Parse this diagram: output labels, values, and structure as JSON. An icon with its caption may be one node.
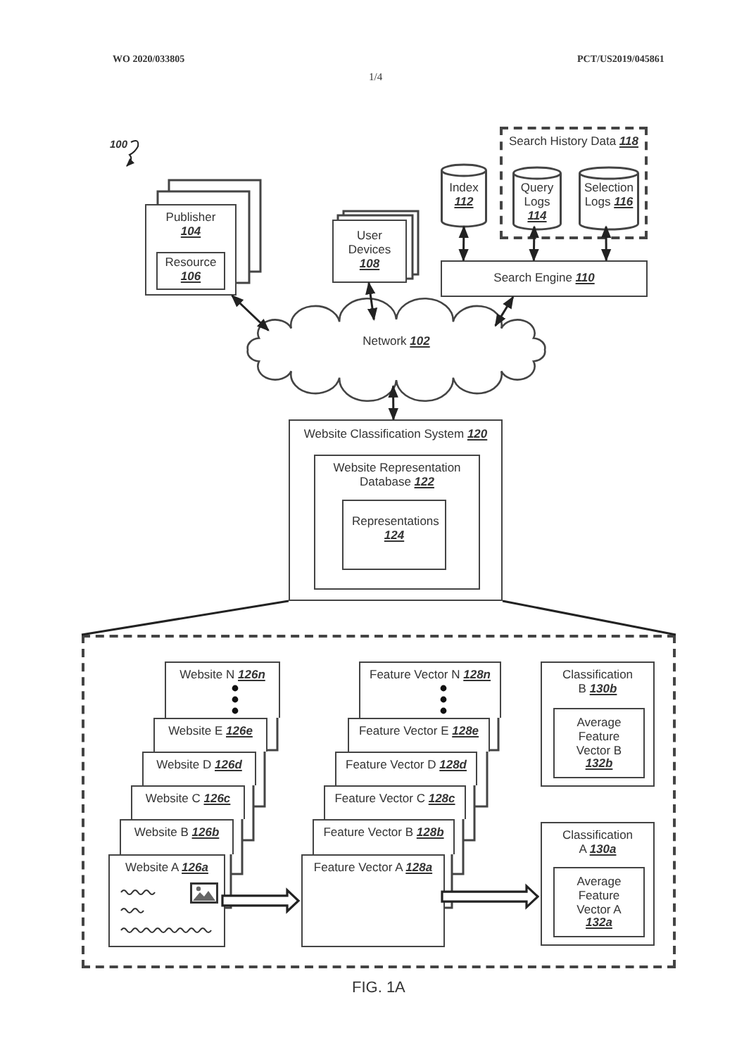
{
  "diagram": {
    "caption": "FIG. 1A",
    "nodes": [
      {
        "text": [
          "Publisher **104**"
        ]
      },
      {
        "text": [
          "Resource **106**"
        ],
        "in": 0
      },
      {
        "text": [
          "User Devices **108**"
        ]
      },
      {
        "text": [
          "Search History Data **118**"
        ]
      },
      {
        "text": [
          "Index **112**"
        ]
      },
      {
        "text": [
          "Query Logs **114**"
        ],
        "in": 3
      },
      {
        "text": [
          "Selection Logs **116**"
        ],
        "in": 3
      },
      {
        "text": [
          "Search Engine **110**"
        ]
      },
      {
        "text": [
          "Network **102**"
        ]
      },
      {
        "text": [
          "Website Classification System **120**"
        ]
      },
      {
        "text": [
          "Website Representation Database **122**"
        ],
        "in": 9
      },
      {
        "text": [
          "Representations **124**"
        ],
        "in": 10
      },
      {
        "text": [],
        "shape": "box"
      },
      {
        "text": [
          "Website N **126n**"
        ],
        "in": 12
      },
      {
        "text": [
          "Website E **126e**"
        ],
        "in": 12
      },
      {
        "text": [
          "Website D **126d**"
        ],
        "in": 12
      },
      {
        "text": [
          "Website C **126c**"
        ],
        "in": 12
      },
      {
        "text": [
          "Website B **126b**"
        ],
        "in": 12
      },
      {
        "text": [
          "Website A **126a**"
        ],
        "in": 12
      },
      {
        "text": [
          "Feature Vector N **128n**"
        ],
        "in": 12
      },
      {
        "text": [
          "Feature Vector E **128e**"
        ],
        "in": 12
      },
      {
        "text": [
          "Feature Vector D **128d**"
        ],
        "in": 12
      },
      {
        "text": [
          "Feature Vector C **128c**"
        ],
        "in": 12
      },
      {
        "text": [
          "Feature Vector B **128b**"
        ],
        "in": 12
      },
      {
        "text": [
          "Feature Vector A **128a**"
        ],
        "in": 12
      },
      {
        "text": [
          "Classification B **130b**"
        ],
        "in": 12
      },
      {
        "text": [
          "Average Feature Vector B **132b**"
        ],
        "in": 25
      },
      {
        "text": [
          "Classification A **130a**"
        ],
        "in": 12
      },
      {
        "text": [
          "Average Feature Vector A **132a**"
        ],
        "in": 27
      }
    ],
    "edges": [
      {
        "from": 0,
        "to": 8,
        "arrow": "both"
      },
      {
        "from": 2,
        "to": 8,
        "arrow": "both"
      },
      {
        "from": 7,
        "to": 8,
        "arrow": "both"
      },
      {
        "from": 4,
        "to": 7,
        "arrow": "both"
      },
      {
        "from": 5,
        "to": 7,
        "arrow": "both"
      },
      {
        "from": 6,
        "to": 7,
        "arrow": "both"
      },
      {
        "from": 8,
        "to": 9,
        "arrow": "both"
      },
      {
        "from": 9,
        "to": 12,
        "arrow": "none"
      },
      {
        "from": 9,
        "to": 12,
        "arrow": "none"
      },
      {
        "from": 18,
        "to": 24,
        "arrow": "to",
        "style": "thick"
      },
      {
        "from": 24,
        "to": 27,
        "arrow": "to",
        "style": "thick"
      }
    ],
    "labels": [
      "WO 2020/033805",
      "1/4",
      "PCT/US2019/045861",
      "100"
    ]
  }
}
